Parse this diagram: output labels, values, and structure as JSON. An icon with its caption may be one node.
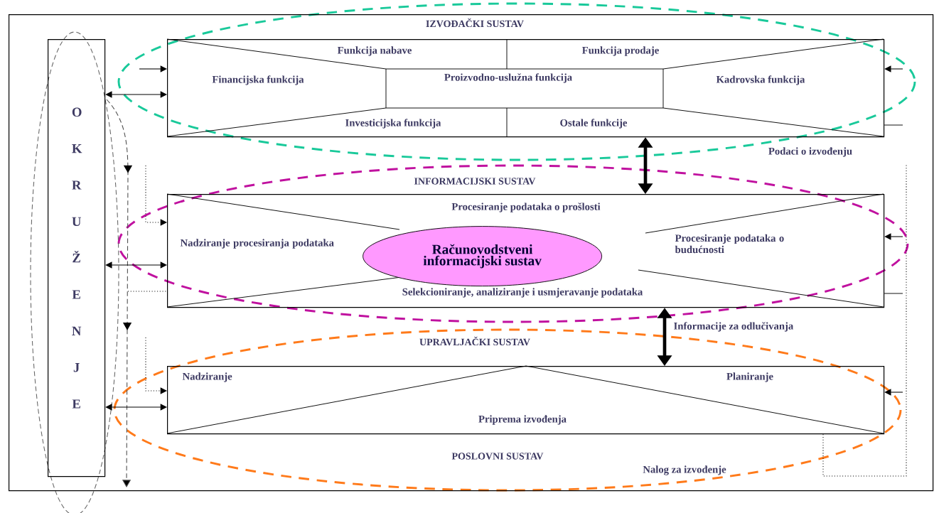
{
  "diagram": {
    "nodes": [
      {
        "text": [
          "POSLOVNI SUSTAV"
        ]
      },
      {
        "text": [
          "O K R U Ž E N J E"
        ],
        "in": 0
      },
      {
        "text": [
          "IZVOĐAČKI SUSTAV",
          "Funkcija nabave",
          "Funkcija prodaje",
          "Financijska funkcija",
          "Proizvodno-uslužna funkcija",
          "Kadrovska funkcija",
          "Investicijska funkcija",
          "Ostale funkcije"
        ],
        "in": 0
      },
      {
        "text": [
          "INFORMACIJSKI SUSTAV",
          "Procesiranje podataka o prošlosti",
          "Nadziranje procesiranja podataka",
          "Procesiranje podataka o budućnosti",
          "Selekcioniranje, analiziranje i usmjeravanje podataka"
        ],
        "in": 0
      },
      {
        "text": [
          "Računovodstveni informacijski sustav"
        ],
        "in": 3
      },
      {
        "text": [
          "UPRAVLJAČKI SUSTAV",
          "Nadziranje",
          "Planiranje",
          "Priprema izvođenja"
        ],
        "in": 0
      }
    ],
    "edges": [
      {
        "from": 1,
        "to": 2,
        "arrow": "both"
      },
      {
        "from": 1,
        "to": 3,
        "arrow": "both"
      },
      {
        "from": 1,
        "to": 5,
        "arrow": "both"
      },
      {
        "from": 2,
        "to": 3,
        "arrow": "both",
        "style": "thick"
      },
      {
        "from": 3,
        "to": 5,
        "arrow": "both",
        "style": "thick",
        "label": "Informacije za odlučivanja"
      },
      {
        "from": null,
        "to": 2,
        "arrow": "to"
      },
      {
        "from": null,
        "to": 3,
        "arrow": "to",
        "style": "dashed"
      },
      {
        "from": null,
        "to": 5,
        "arrow": "to",
        "style": "dashed"
      },
      {
        "from": null,
        "to": 2,
        "arrow": "to"
      },
      {
        "from": null,
        "to": 3,
        "arrow": "to"
      },
      {
        "from": null,
        "to": 5,
        "arrow": "to"
      },
      {
        "from": 5,
        "to": null,
        "arrow": "none",
        "style": "dashed"
      }
    ],
    "labels": [
      "Podaci o izvođenju",
      "Nalog za izvođenje"
    ]
  }
}
